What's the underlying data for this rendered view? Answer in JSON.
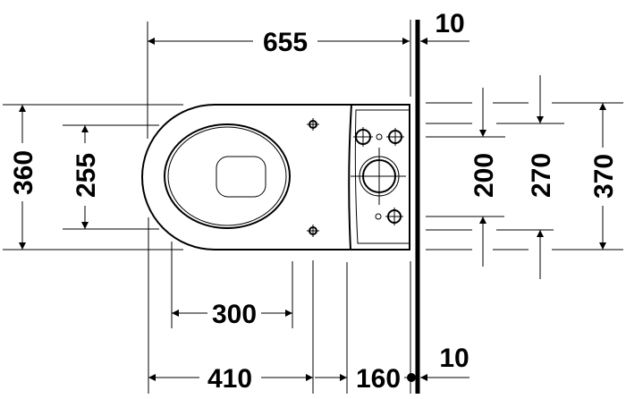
{
  "drawing": {
    "title": "Toilet top view dimension drawing",
    "units": "mm",
    "colors": {
      "line": "#000000",
      "background": "#ffffff"
    },
    "dimensions": {
      "overall_length": "655",
      "wall_gap_top": "10",
      "wall_gap_bottom": "10",
      "bowl_width": "360",
      "seat_width": "255",
      "fixing_distance_200": "200",
      "fixing_distance_270": "270",
      "fixing_distance_370": "370",
      "seat_length": "300",
      "fixing_position_410": "410",
      "outlet_offset_160": "160"
    }
  }
}
